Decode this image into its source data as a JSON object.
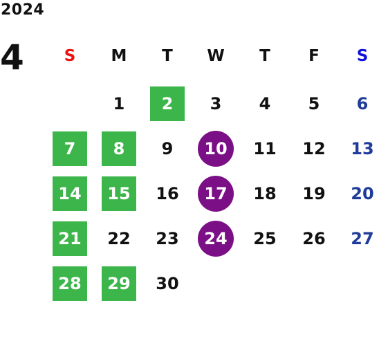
{
  "calendar": {
    "year": "2024",
    "month": "4",
    "weekdays": [
      {
        "label": "S",
        "color": "#ee1111"
      },
      {
        "label": "M",
        "color": "#111111"
      },
      {
        "label": "T",
        "color": "#111111"
      },
      {
        "label": "W",
        "color": "#111111"
      },
      {
        "label": "T",
        "color": "#111111"
      },
      {
        "label": "F",
        "color": "#111111"
      },
      {
        "label": "S",
        "color": "#1111dd"
      }
    ],
    "weeks": [
      [
        {
          "day": ""
        },
        {
          "day": "1"
        },
        {
          "day": "2",
          "mark": "green"
        },
        {
          "day": "3"
        },
        {
          "day": "4"
        },
        {
          "day": "5"
        },
        {
          "day": "6",
          "mark": "saturday"
        }
      ],
      [
        {
          "day": "7",
          "mark": "green"
        },
        {
          "day": "8",
          "mark": "green"
        },
        {
          "day": "9"
        },
        {
          "day": "10",
          "mark": "purple"
        },
        {
          "day": "11"
        },
        {
          "day": "12"
        },
        {
          "day": "13",
          "mark": "saturday"
        }
      ],
      [
        {
          "day": "14",
          "mark": "green"
        },
        {
          "day": "15",
          "mark": "green"
        },
        {
          "day": "16"
        },
        {
          "day": "17",
          "mark": "purple"
        },
        {
          "day": "18"
        },
        {
          "day": "19"
        },
        {
          "day": "20",
          "mark": "saturday"
        }
      ],
      [
        {
          "day": "21",
          "mark": "green"
        },
        {
          "day": "22"
        },
        {
          "day": "23"
        },
        {
          "day": "24",
          "mark": "purple"
        },
        {
          "day": "25"
        },
        {
          "day": "26"
        },
        {
          "day": "27",
          "mark": "saturday"
        }
      ],
      [
        {
          "day": "28",
          "mark": "green"
        },
        {
          "day": "29",
          "mark": "green"
        },
        {
          "day": "30"
        },
        {
          "day": ""
        },
        {
          "day": ""
        },
        {
          "day": ""
        },
        {
          "day": ""
        }
      ]
    ],
    "colors": {
      "green_highlight": "#3cb54a",
      "purple_highlight": "#7b0f86",
      "saturday_date": "#1f3c99",
      "sunday_header": "#ee1111",
      "saturday_header": "#1111dd"
    }
  }
}
